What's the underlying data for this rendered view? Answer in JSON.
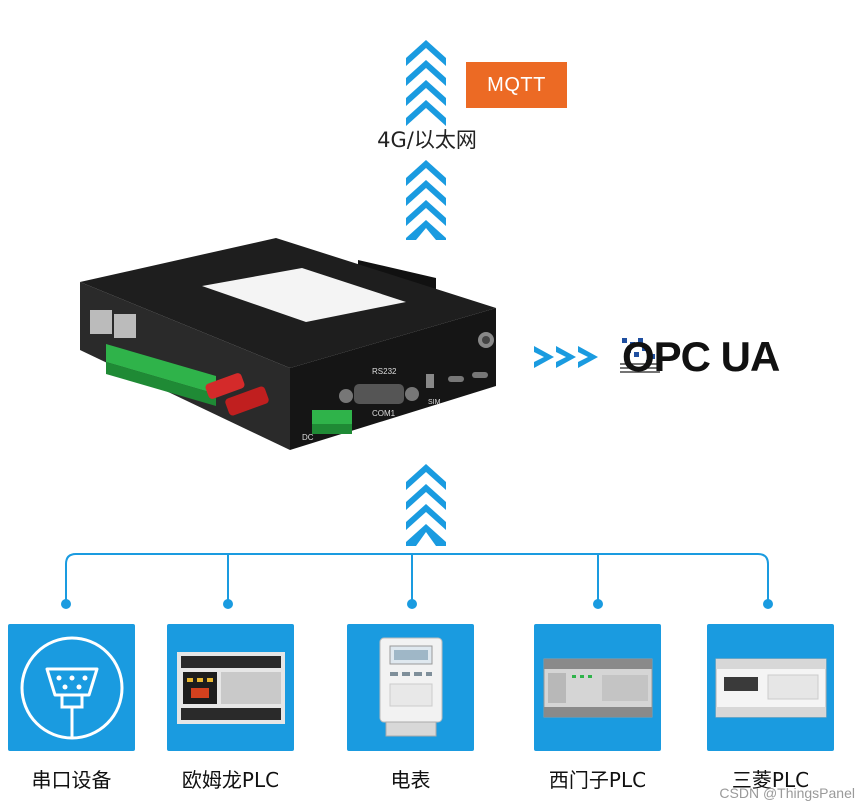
{
  "protocol_label": "MQTT",
  "network_label": "4G/以太网",
  "output_logo": "OPC UA",
  "gateway_port_labels": [
    "RS232",
    "COM1",
    "SIM",
    "DC"
  ],
  "devices": [
    {
      "label": "串口设备",
      "icon": "serial-port-icon"
    },
    {
      "label": "欧姆龙PLC",
      "icon": "omron-plc-photo"
    },
    {
      "label": "电表",
      "icon": "electric-meter-photo"
    },
    {
      "label": "西门子PLC",
      "icon": "siemens-plc-photo"
    },
    {
      "label": "三菱PLC",
      "icon": "mitsubishi-plc-photo"
    }
  ],
  "watermark": "CSDN @ThingsPanel",
  "colors": {
    "accent_blue": "#1a9be0",
    "mqtt_orange": "#ec6a24"
  }
}
